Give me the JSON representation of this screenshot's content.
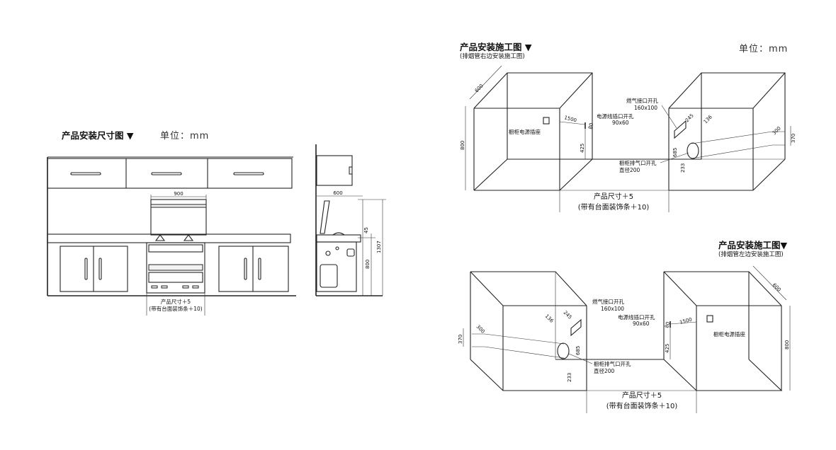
{
  "left_section": {
    "title": "产品安装尺寸图 ▼",
    "unit": "单位：mm",
    "width_900": "900",
    "caption_size": "产品尺寸＋5",
    "caption_trim": "(带有台面装饰条＋10)",
    "side_600": "600",
    "side_45": "45",
    "side_800": "800",
    "side_1307": "1307"
  },
  "top_right": {
    "title": "产品安装施工图 ▼",
    "subtitle": "(排烟管右边安装施工图)",
    "unit": "单位：mm",
    "depth_600": "600",
    "height_800": "800",
    "socket_label": "橱柜电源插座",
    "dist_1500": "1500",
    "dist_80": "80",
    "power_hole": "电源线插口开孔",
    "power_hole_size": "90x60",
    "dist_425": "425",
    "gas_hole": "燃气接口开孔",
    "gas_hole_size": "160x100",
    "dist_245": "245",
    "dist_136": "136",
    "dist_300": "300",
    "dist_370": "370",
    "dist_685": "685",
    "exhaust_hole": "橱柜排气口开孔",
    "exhaust_dia": "直径200",
    "dist_233": "233",
    "caption_size": "产品尺寸＋5",
    "caption_trim": "(带有台面装饰条＋10)"
  },
  "bottom_right": {
    "title": "产品安装施工图▼",
    "subtitle": "(排烟管左边安装施工图)",
    "depth_600": "600",
    "height_800": "800",
    "socket_label": "橱柜电源插座",
    "dist_1500": "1500",
    "dist_80": "80",
    "power_hole": "电源线插口开孔",
    "power_hole_size": "90x60",
    "dist_425": "425",
    "gas_hole": "燃气接口开孔",
    "gas_hole_size": "160x100",
    "dist_245": "245",
    "dist_136": "136",
    "dist_300": "300",
    "dist_370": "370",
    "dist_685": "685",
    "exhaust_hole": "橱柜排气口开孔",
    "exhaust_dia": "直径200",
    "dist_233": "233",
    "caption_size": "产品尺寸＋5",
    "caption_trim": "(带有台面装饰条＋10)"
  }
}
